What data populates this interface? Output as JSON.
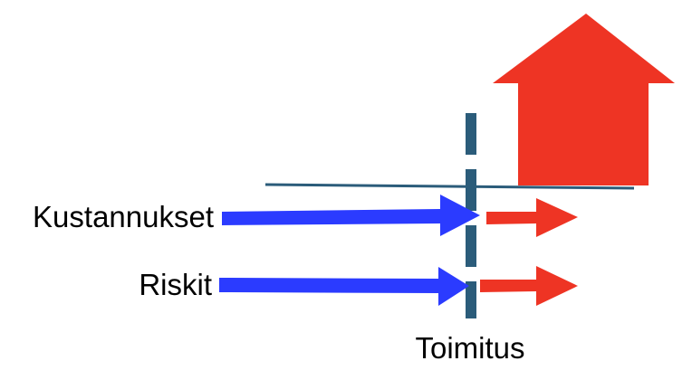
{
  "labels": {
    "costs": "Kustannukset",
    "risks": "Riskit",
    "delivery": "Toimitus"
  },
  "colors": {
    "blue_arrow": "#2b3bff",
    "red_arrow": "#ee3424",
    "divider": "#2b5c7a",
    "text": "#000000",
    "background": "#ffffff"
  },
  "icons": {
    "big_arrow": "up-arrow-icon",
    "small_arrows": "right-arrow-icon"
  }
}
